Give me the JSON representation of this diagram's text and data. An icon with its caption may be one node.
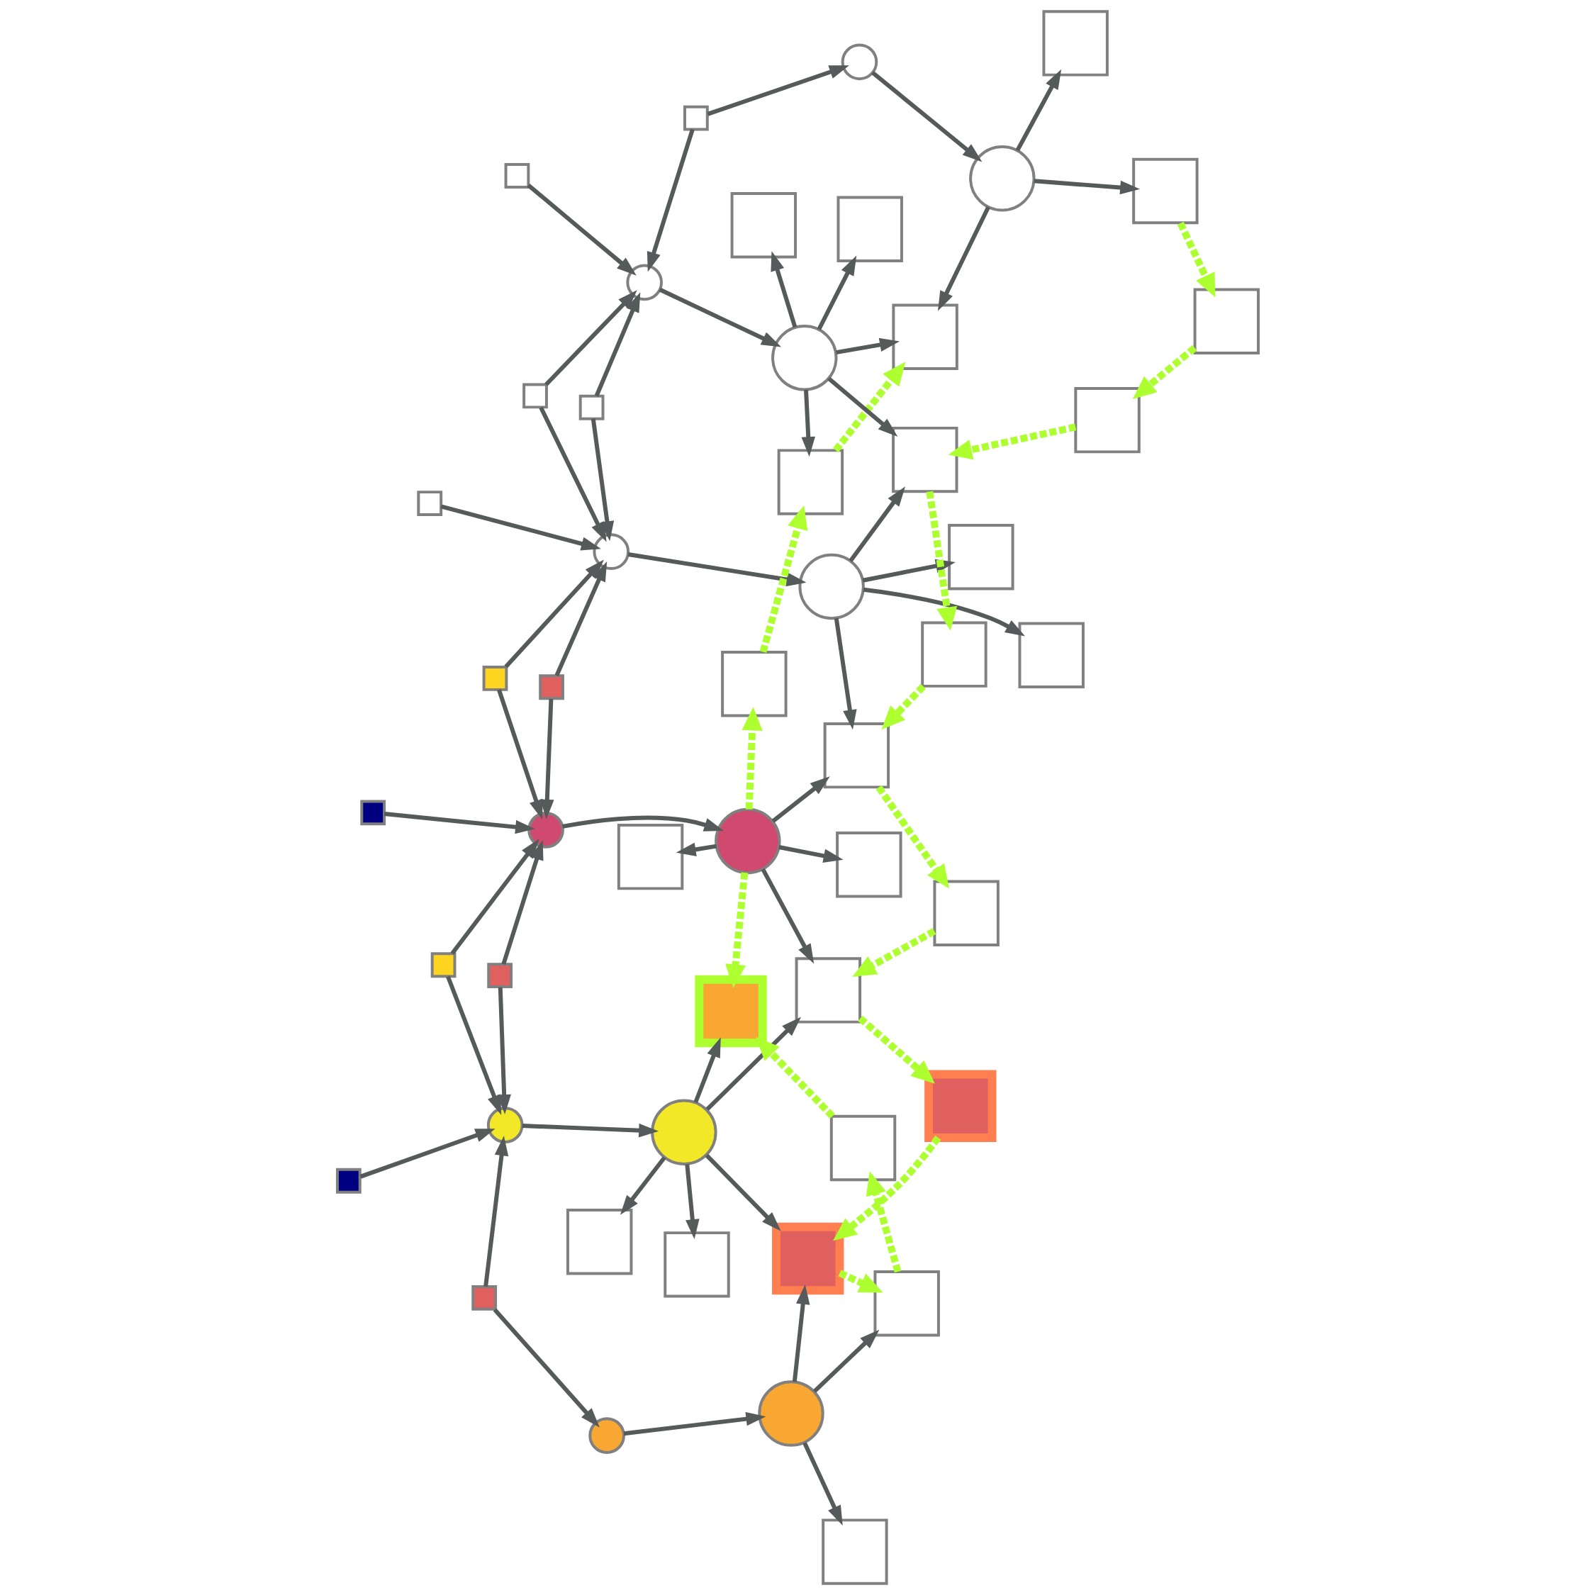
{
  "diagram": {
    "nodes": [
      {
        "text": [],
        "shape": "box"
      },
      {
        "text": [],
        "shape": "box"
      },
      {
        "text": [],
        "shape": "circle"
      },
      {
        "text": [],
        "shape": "box"
      },
      {
        "text": [],
        "shape": "circle"
      },
      {
        "text": [],
        "shape": "box"
      },
      {
        "text": [],
        "shape": "box"
      },
      {
        "text": [],
        "shape": "box"
      },
      {
        "text": [],
        "shape": "circle"
      },
      {
        "text": [],
        "shape": "box"
      },
      {
        "text": [],
        "shape": "circle"
      },
      {
        "text": [],
        "shape": "box"
      },
      {
        "text": [],
        "shape": "circle"
      },
      {
        "text": [],
        "shape": "box"
      },
      {
        "text": [],
        "shape": "box"
      },
      {
        "text": [],
        "shape": "box"
      },
      {
        "text": [],
        "shape": "box"
      },
      {
        "text": [],
        "shape": "box"
      },
      {
        "text": [],
        "shape": "box"
      },
      {
        "text": [],
        "shape": "box"
      },
      {
        "text": [],
        "shape": "circle"
      },
      {
        "text": [],
        "shape": "circle"
      },
      {
        "text": [],
        "shape": "box"
      },
      {
        "text": [],
        "shape": "box"
      },
      {
        "text": [],
        "shape": "box"
      },
      {
        "text": [],
        "shape": "box"
      },
      {
        "text": [],
        "shape": "box"
      },
      {
        "text": [],
        "shape": "box"
      },
      {
        "text": [],
        "shape": "box"
      },
      {
        "text": [],
        "shape": "circle"
      },
      {
        "text": [],
        "shape": "box"
      },
      {
        "text": [],
        "shape": "box"
      },
      {
        "text": [],
        "shape": "box"
      },
      {
        "text": [],
        "shape": "circle"
      },
      {
        "text": [],
        "shape": "box"
      },
      {
        "text": [],
        "shape": "box"
      },
      {
        "text": [],
        "shape": "box"
      },
      {
        "text": [],
        "shape": "box"
      },
      {
        "text": [],
        "shape": "circle"
      },
      {
        "text": [],
        "shape": "box"
      },
      {
        "text": [],
        "shape": "box"
      },
      {
        "text": [],
        "shape": "box"
      },
      {
        "text": [],
        "shape": "box"
      },
      {
        "text": [],
        "shape": "box"
      },
      {
        "text": [],
        "shape": "circle"
      },
      {
        "text": [],
        "shape": "box"
      },
      {
        "text": [],
        "shape": "circle"
      },
      {
        "text": [],
        "shape": "box"
      },
      {
        "text": [],
        "shape": "box"
      },
      {
        "text": [],
        "shape": "box"
      }
    ],
    "edges": [
      {
        "from": 0,
        "to": 4,
        "arrow": "to"
      },
      {
        "from": 1,
        "to": 4,
        "arrow": "to"
      },
      {
        "from": 1,
        "to": 2,
        "arrow": "to"
      },
      {
        "from": 2,
        "to": 8,
        "arrow": "to"
      },
      {
        "from": 3,
        "to": 4,
        "arrow": "to"
      },
      {
        "from": 3,
        "to": 10,
        "arrow": "to"
      },
      {
        "from": 5,
        "to": 10,
        "arrow": "to"
      },
      {
        "from": 7,
        "to": 10,
        "arrow": "to"
      },
      {
        "from": 7,
        "to": 4,
        "arrow": "to"
      },
      {
        "from": 4,
        "to": 12,
        "arrow": "to"
      },
      {
        "from": 8,
        "to": 6,
        "arrow": "to"
      },
      {
        "from": 8,
        "to": 13,
        "arrow": "to"
      },
      {
        "from": 8,
        "to": 14,
        "arrow": "to"
      },
      {
        "from": 11,
        "to": 10,
        "arrow": "to"
      },
      {
        "from": 11,
        "to": 21,
        "arrow": "to"
      },
      {
        "from": 17,
        "to": 10,
        "arrow": "to"
      },
      {
        "from": 17,
        "to": 21,
        "arrow": "to"
      },
      {
        "from": 10,
        "to": 20,
        "arrow": "to"
      },
      {
        "from": 12,
        "to": 9,
        "arrow": "to"
      },
      {
        "from": 12,
        "to": 13,
        "arrow": "to"
      },
      {
        "from": 12,
        "to": 18,
        "arrow": "to"
      },
      {
        "from": 12,
        "to": 19,
        "arrow": "to"
      },
      {
        "from": 12,
        "to": 22,
        "arrow": "to"
      },
      {
        "from": 20,
        "to": 15,
        "arrow": "to"
      },
      {
        "from": 20,
        "to": 22,
        "arrow": "to"
      },
      {
        "from": 20,
        "to": 27,
        "arrow": "to"
      },
      {
        "from": 20,
        "to": 30,
        "arrow": "to"
      },
      {
        "from": 16,
        "to": 21,
        "arrow": "to"
      },
      {
        "from": 21,
        "to": 29,
        "arrow": "to"
      },
      {
        "from": 24,
        "to": 21,
        "arrow": "to"
      },
      {
        "from": 24,
        "to": 33,
        "arrow": "to"
      },
      {
        "from": 28,
        "to": 21,
        "arrow": "to"
      },
      {
        "from": 28,
        "to": 33,
        "arrow": "to"
      },
      {
        "from": 32,
        "to": 33,
        "arrow": "to"
      },
      {
        "from": 33,
        "to": 38,
        "arrow": "to"
      },
      {
        "from": 40,
        "to": 33,
        "arrow": "to"
      },
      {
        "from": 40,
        "to": 44,
        "arrow": "to"
      },
      {
        "from": 29,
        "to": 26,
        "arrow": "to"
      },
      {
        "from": 29,
        "to": 30,
        "arrow": "to"
      },
      {
        "from": 29,
        "to": 35,
        "arrow": "to"
      },
      {
        "from": 29,
        "to": 37,
        "arrow": "to"
      },
      {
        "from": 38,
        "to": 34,
        "arrow": "to"
      },
      {
        "from": 38,
        "to": 37,
        "arrow": "to"
      },
      {
        "from": 38,
        "to": 39,
        "arrow": "to"
      },
      {
        "from": 38,
        "to": 42,
        "arrow": "to"
      },
      {
        "from": 38,
        "to": 43,
        "arrow": "to"
      },
      {
        "from": 44,
        "to": 46,
        "arrow": "to"
      },
      {
        "from": 46,
        "to": 43,
        "arrow": "to"
      },
      {
        "from": 46,
        "to": 47,
        "arrow": "to"
      },
      {
        "from": 46,
        "to": 48,
        "arrow": "to"
      },
      {
        "from": 13,
        "to": 14,
        "arrow": "to",
        "style": "dashed",
        "color": "#adff2f"
      },
      {
        "from": 14,
        "to": 25,
        "arrow": "to",
        "style": "dashed",
        "color": "#adff2f"
      },
      {
        "from": 25,
        "to": 18,
        "arrow": "to",
        "style": "dashed",
        "color": "#adff2f"
      },
      {
        "from": 20,
        "to": 18,
        "arrow": "to",
        "style": "dashed",
        "color": "#adff2f"
      },
      {
        "from": 20,
        "to": 23,
        "arrow": "to",
        "style": "dashed",
        "color": "#adff2f"
      },
      {
        "from": 23,
        "to": 34,
        "arrow": "to",
        "style": "dashed",
        "color": "#adff2f"
      },
      {
        "from": 34,
        "to": 43,
        "arrow": "to",
        "style": "dashed",
        "color": "#adff2f"
      },
      {
        "from": 22,
        "to": 31,
        "arrow": "to",
        "style": "dashed",
        "color": "#adff2f"
      },
      {
        "from": 31,
        "to": 13,
        "arrow": "to",
        "style": "dashed",
        "color": "#adff2f"
      },
      {
        "from": 36,
        "to": 22,
        "arrow": "to",
        "style": "dashed",
        "color": "#adff2f"
      },
      {
        "from": 30,
        "to": 36,
        "arrow": "to",
        "style": "dashed",
        "color": "#adff2f"
      },
      {
        "from": 41,
        "to": 30,
        "arrow": "to",
        "style": "dashed",
        "color": "#adff2f"
      },
      {
        "from": 37,
        "to": 41,
        "arrow": "to",
        "style": "dashed",
        "color": "#adff2f"
      },
      {
        "from": 45,
        "to": 37,
        "arrow": "to",
        "style": "dashed",
        "color": "#adff2f"
      },
      {
        "from": 47,
        "to": 49,
        "arrow": "to",
        "style": "dashed",
        "color": "#adff2f"
      },
      {
        "from": 49,
        "to": 45,
        "arrow": "to",
        "style": "dashed",
        "color": "#adff2f"
      }
    ]
  }
}
